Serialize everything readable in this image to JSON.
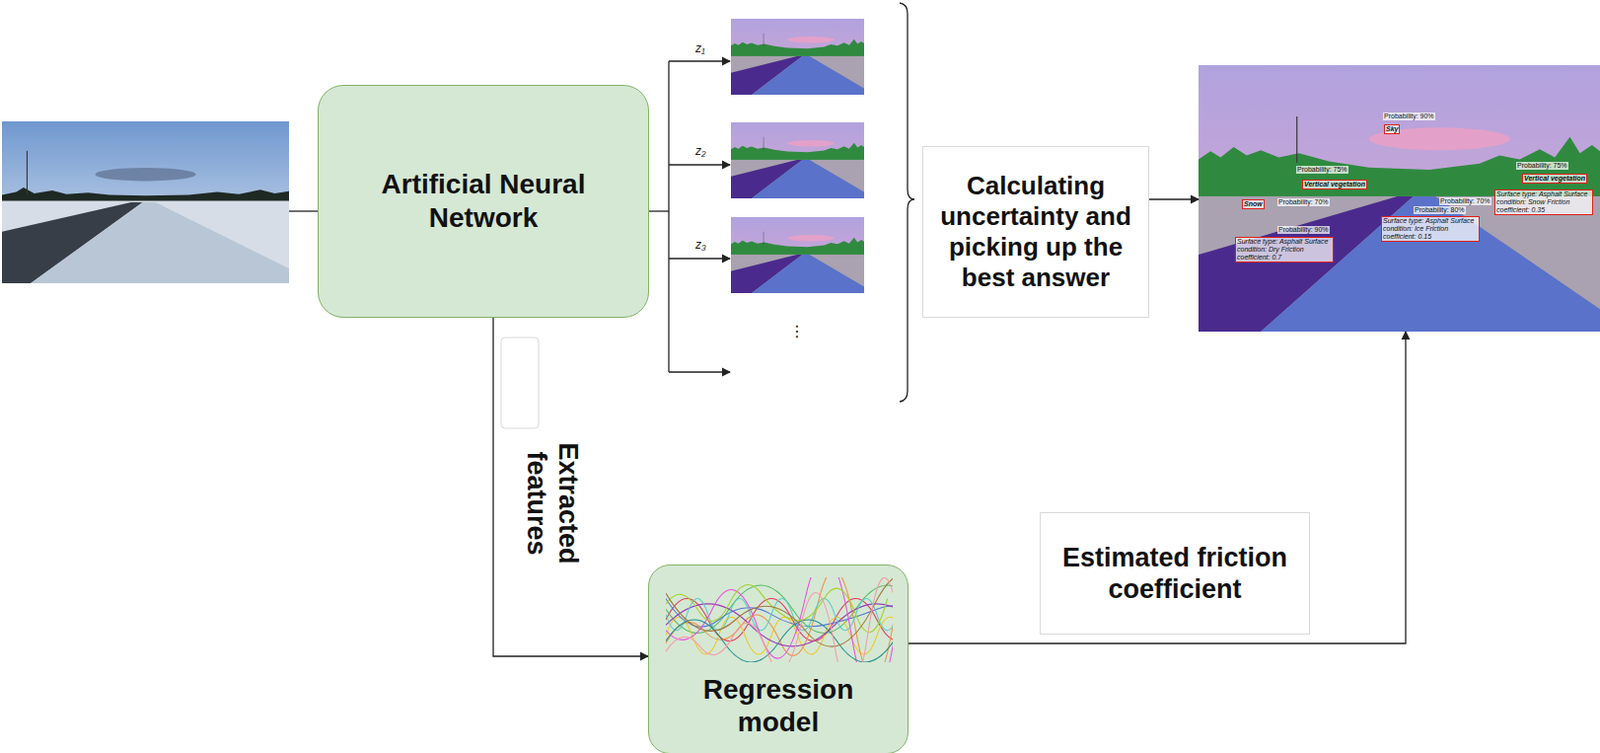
{
  "diagram": {
    "nodes": [
      {
        "text": [
          "Artificial Neural Network"
        ]
      },
      {
        "text": [
          "Calculating uncertainty and picking up the best answer"
        ]
      },
      {
        "text": [
          "Probability: 90%",
          "Sky",
          "Probability: 75%",
          "Vertical vegetation",
          "Probability: 75%",
          "Vertical vegetation",
          "Snow",
          "Probability: 70%",
          "Probability: 70%",
          "Surface type: Asphalt Surface condition: Snow Friction coefficient: 0.35",
          "Probability: 80%",
          "Surface type: Asphalt Surface condition: Ice Friction coefficient: 0.15",
          "Probability: 90%",
          "Surface type: Asphalt Surface condition: Dry Friction coefficient: 0.7"
        ]
      },
      {
        "text": [
          "Regression model"
        ]
      }
    ],
    "edges": [
      {
        "from": 0,
        "to": 3,
        "arrow": "to",
        "label": "Extracted features"
      },
      {
        "from": 1,
        "to": 2,
        "arrow": "to"
      },
      {
        "from": 3,
        "to": 2,
        "arrow": "to",
        "label": "Estimated friction coefficient"
      }
    ],
    "labels": [
      "z₁",
      "z₂",
      "z₃",
      "⋮"
    ]
  }
}
